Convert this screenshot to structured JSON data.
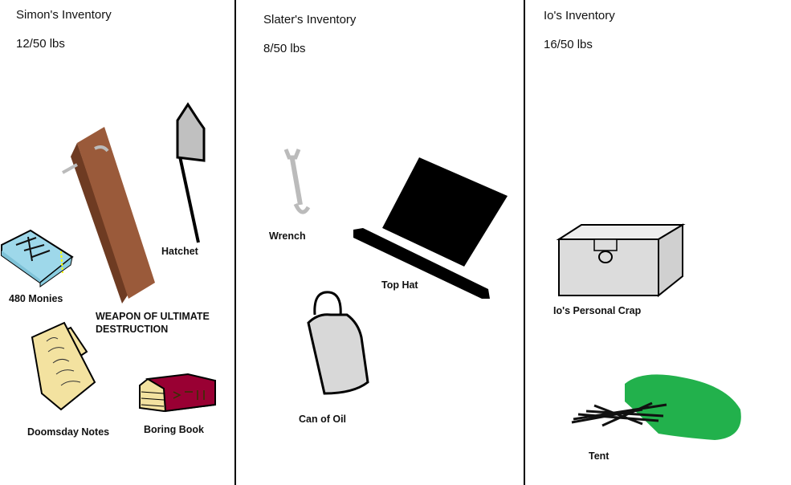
{
  "panels": [
    {
      "title": "Simon's Inventory",
      "weight": "12/50 lbs",
      "items": [
        "Hatchet",
        "480 Monies",
        "WEAPON OF ULTIMATE DESTRUCTION",
        "Doomsday Notes",
        "Boring Book"
      ]
    },
    {
      "title": "Slater's Inventory",
      "weight": "8/50 lbs",
      "items": [
        "Wrench",
        "Top Hat",
        "Can of Oil"
      ]
    },
    {
      "title": "Io's Inventory",
      "weight": "16/50 lbs",
      "items": [
        "Io's Personal Crap",
        "Tent"
      ]
    }
  ],
  "colors": {
    "plank": "#9a5a3a",
    "money": "#9ed8ea",
    "notes": "#f3e2a0",
    "book": "#990033",
    "metal": "#c0c0c0",
    "chest": "#dcdcdc",
    "tent": "#22b14c"
  }
}
